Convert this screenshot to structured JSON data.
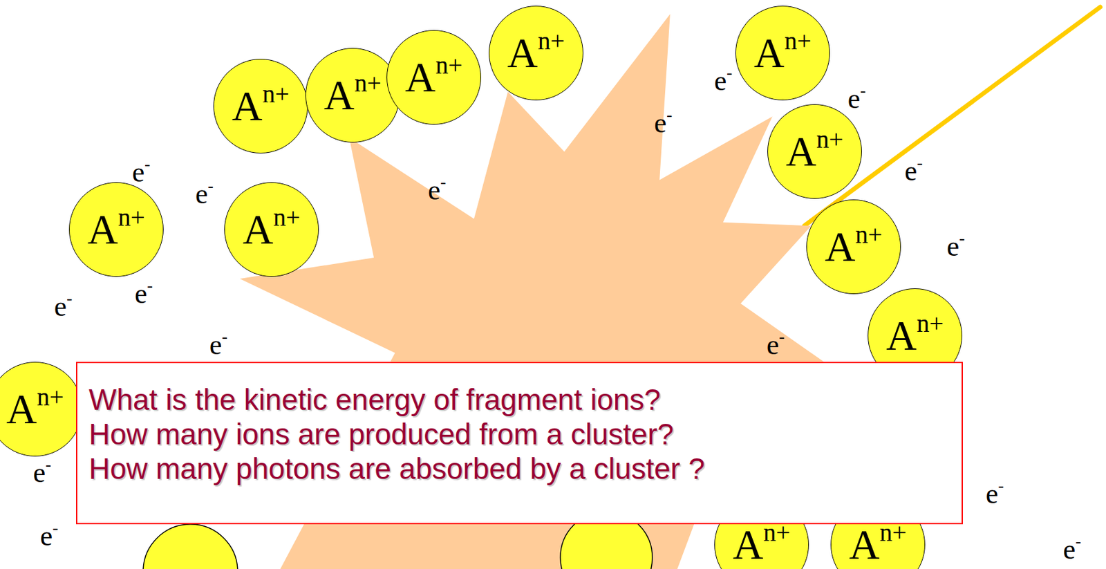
{
  "diagram": {
    "nodes": [
      {
        "text": [
          "An+"
        ]
      },
      {
        "text": [
          "An+"
        ]
      },
      {
        "text": [
          "An+"
        ]
      },
      {
        "text": [
          "An+"
        ]
      },
      {
        "text": [
          "An+"
        ]
      },
      {
        "text": [
          "An+"
        ]
      },
      {
        "text": [
          "An+"
        ]
      },
      {
        "text": [
          "An+"
        ]
      },
      {
        "text": [
          "An+"
        ]
      },
      {
        "text": [
          "An+"
        ]
      },
      {
        "text": [
          "An+"
        ]
      },
      {
        "text": [
          "What is the kinetic energy of fragment ions?",
          "How many ions are produced from a cluster?",
          "How many photons are absorbed by a cluster ?"
        ]
      },
      {
        "text": [
          "An+"
        ]
      },
      {
        "text": [
          "An+"
        ]
      }
    ],
    "labels": [
      "e-",
      "e-",
      "e-",
      "e-",
      "e-",
      "e-",
      "e-",
      "e-",
      "e-",
      "e-",
      "e-",
      "e-",
      "e-",
      "e-",
      "e-",
      "e-"
    ]
  }
}
